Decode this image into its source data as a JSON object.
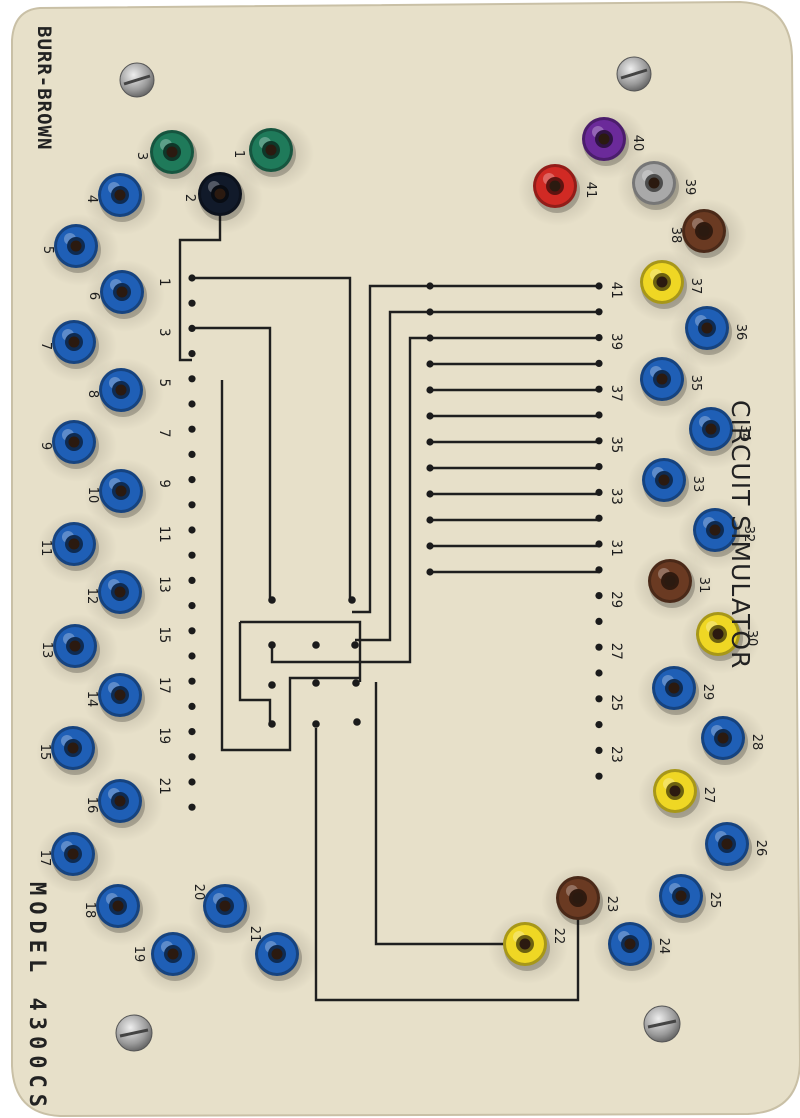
{
  "board": {
    "brand": "BURR-BROWN",
    "title": "CIRCUIT SIMULATOR",
    "model": "MODEL 4300CS"
  },
  "colors": {
    "board": "#e7e0c9",
    "trace": "#1f1f1f",
    "blue": "#1f5fb6",
    "green": "#1f7a5a",
    "black": "#111a2a",
    "red": "#d12a24",
    "purple": "#6b2a9a",
    "gray": "#a9a9a9",
    "brown": "#6a3a22",
    "yellow": "#efd724"
  },
  "left_row_numbers": [
    "1",
    "3",
    "5",
    "7",
    "9",
    "11",
    "13",
    "15",
    "17",
    "19",
    "21"
  ],
  "right_row_numbers": [
    "41",
    "39",
    "37",
    "35",
    "33",
    "31",
    "29",
    "27",
    "25",
    "23"
  ],
  "jacks": [
    {
      "label": "1",
      "color": "green"
    },
    {
      "label": "2",
      "color": "black"
    },
    {
      "label": "3",
      "color": "green"
    },
    {
      "label": "4",
      "color": "blue"
    },
    {
      "label": "5",
      "color": "blue"
    },
    {
      "label": "6",
      "color": "blue"
    },
    {
      "label": "7",
      "color": "blue"
    },
    {
      "label": "8",
      "color": "blue"
    },
    {
      "label": "9",
      "color": "blue"
    },
    {
      "label": "10",
      "color": "blue"
    },
    {
      "label": "11",
      "color": "blue"
    },
    {
      "label": "12",
      "color": "blue"
    },
    {
      "label": "13",
      "color": "blue"
    },
    {
      "label": "14",
      "color": "blue"
    },
    {
      "label": "15",
      "color": "blue"
    },
    {
      "label": "16",
      "color": "blue"
    },
    {
      "label": "17",
      "color": "blue"
    },
    {
      "label": "18",
      "color": "blue"
    },
    {
      "label": "19",
      "color": "blue"
    },
    {
      "label": "20",
      "color": "blue"
    },
    {
      "label": "21",
      "color": "blue"
    },
    {
      "label": "22",
      "color": "yellow"
    },
    {
      "label": "23",
      "color": "brown"
    },
    {
      "label": "24",
      "color": "blue"
    },
    {
      "label": "25",
      "color": "blue"
    },
    {
      "label": "26",
      "color": "blue"
    },
    {
      "label": "27",
      "color": "yellow"
    },
    {
      "label": "28",
      "color": "blue"
    },
    {
      "label": "29",
      "color": "blue"
    },
    {
      "label": "30",
      "color": "yellow"
    },
    {
      "label": "31",
      "color": "brown"
    },
    {
      "label": "32",
      "color": "blue"
    },
    {
      "label": "33",
      "color": "blue"
    },
    {
      "label": "34",
      "color": "blue"
    },
    {
      "label": "35",
      "color": "blue"
    },
    {
      "label": "36",
      "color": "blue"
    },
    {
      "label": "37",
      "color": "yellow"
    },
    {
      "label": "38",
      "color": "brown"
    },
    {
      "label": "39",
      "color": "gray"
    },
    {
      "label": "40",
      "color": "purple"
    },
    {
      "label": "41",
      "color": "red"
    }
  ]
}
